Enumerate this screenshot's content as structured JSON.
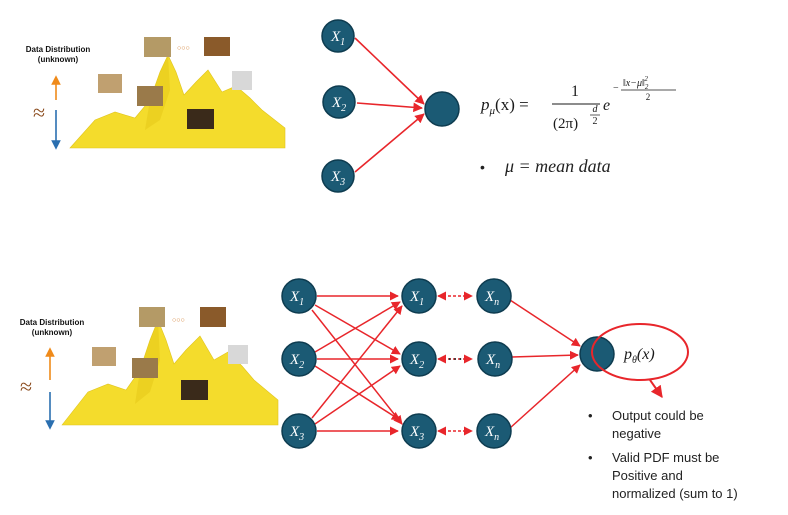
{
  "colors": {
    "node_fill": "#1b5a74",
    "node_stroke": "#0e3c50",
    "edge": "#e8262b",
    "mountain": "#f4dc2c",
    "arrow_top": "#ef8a1a",
    "arrow_bottom": "#2a6fb0",
    "approx": "#8a4a1c",
    "ellipse": "#e8262b"
  },
  "top": {
    "dist_label_line1": "Data Distribution",
    "dist_label_line2": "(unknown)",
    "approx_symbol": "≈",
    "dots": "○○○",
    "inputs": [
      {
        "base": "X",
        "sub": "1"
      },
      {
        "base": "X",
        "sub": "2"
      },
      {
        "base": "X",
        "sub": "3"
      }
    ],
    "formula": {
      "lhs_p": "p",
      "lhs_sub": "μ",
      "lhs_arg": "(x) =",
      "numerator": "1",
      "denominator": "(2π)",
      "denom_exp_num": "d",
      "denom_exp_den": "2",
      "e": "e",
      "exponent": "−",
      "exp_norm": "‖x−μ‖",
      "exp_norm_sub": "2",
      "exp_norm_sup": "2",
      "exp_den": "2"
    },
    "bullet_symbol": "•",
    "bullet_text": "μ = mean data"
  },
  "bottom": {
    "dist_label_line1": "Data Distribution",
    "dist_label_line2": "(unknown)",
    "approx_symbol": "≈",
    "dots": "○○○",
    "layer1": [
      {
        "base": "X",
        "sub": "1"
      },
      {
        "base": "X",
        "sub": "2"
      },
      {
        "base": "X",
        "sub": "3"
      }
    ],
    "layer2": [
      {
        "base": "X",
        "sub": "1"
      },
      {
        "base": "X",
        "sub": "2"
      },
      {
        "base": "X",
        "sub": "3"
      }
    ],
    "layer3": [
      {
        "base": "X",
        "sub": "n"
      },
      {
        "base": "X",
        "sub": "n"
      },
      {
        "base": "X",
        "sub": "n"
      }
    ],
    "ellipsis": "⋯",
    "output_label_p": "p",
    "output_label_sub": "θ",
    "output_label_arg": "(x)",
    "notes": [
      {
        "bullet": "•",
        "lines": [
          "Output could be",
          "negative"
        ]
      },
      {
        "bullet": "•",
        "lines": [
          "Valid PDF must be",
          "Positive and",
          "normalized (sum to 1)"
        ]
      }
    ]
  }
}
